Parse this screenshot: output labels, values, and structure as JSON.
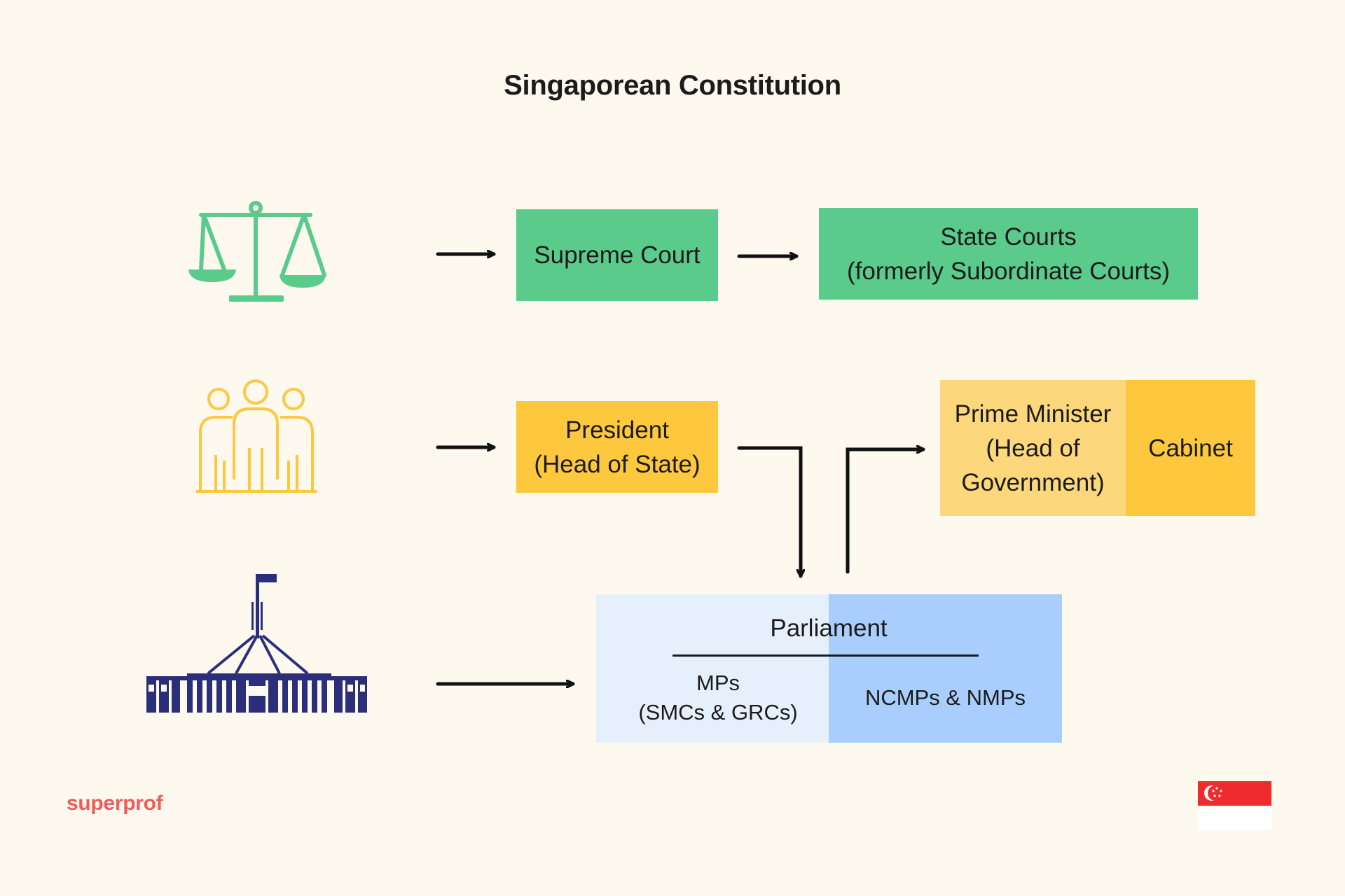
{
  "title": "Singaporean Constitution",
  "judiciary": {
    "icon": "scales-of-justice-icon",
    "color": "#5bcb8c",
    "supreme_court": "Supreme Court",
    "state_courts_line1": "State Courts",
    "state_courts_line2": "(formerly Subordinate Courts)"
  },
  "executive": {
    "icon": "people-group-icon",
    "color": "#fdc83d",
    "president_line1": "President",
    "president_line2": "(Head of State)",
    "pm_line1": "Prime Minister",
    "pm_line2": "(Head of",
    "pm_line3": "Government)",
    "cabinet": "Cabinet"
  },
  "legislature": {
    "icon": "parliament-building-icon",
    "color": "#2b2f7a",
    "parliament": "Parliament",
    "mps_line1": "MPs",
    "mps_line2": "(SMCs & GRCs)",
    "ncmps": "NCMPs & NMPs"
  },
  "brand": "superprof",
  "flag": "singapore-flag-icon"
}
